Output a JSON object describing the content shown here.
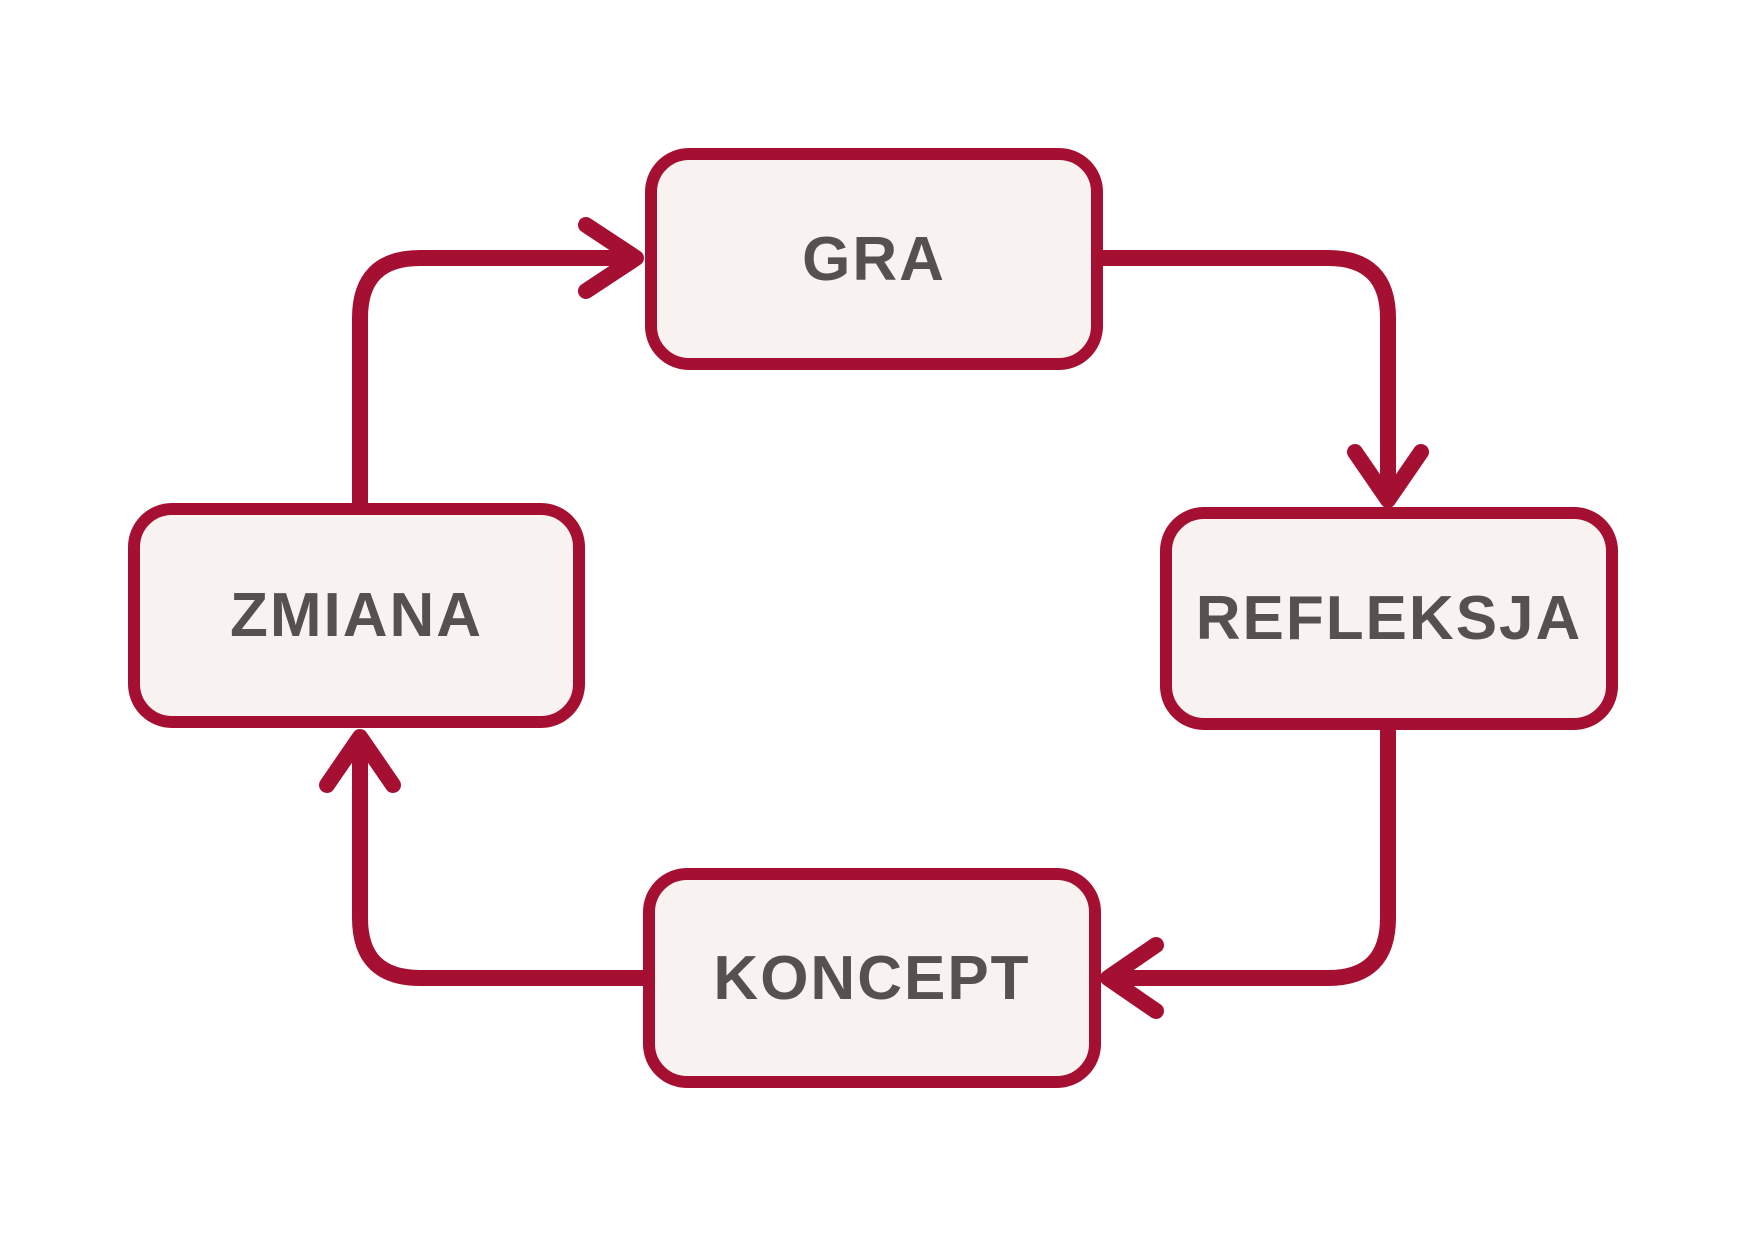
{
  "diagram": {
    "type": "cycle",
    "direction": "clockwise",
    "nodes": [
      {
        "id": "gra",
        "label": "GRA",
        "position": "top-center"
      },
      {
        "id": "refleksja",
        "label": "REFLEKSJA",
        "position": "right"
      },
      {
        "id": "koncept",
        "label": "KONCEPT",
        "position": "bottom-center"
      },
      {
        "id": "zmiana",
        "label": "ZMIANA",
        "position": "left"
      }
    ],
    "edges": [
      {
        "from": "zmiana",
        "to": "gra",
        "arrow": "right"
      },
      {
        "from": "gra",
        "to": "refleksja",
        "arrow": "down"
      },
      {
        "from": "refleksja",
        "to": "koncept",
        "arrow": "left"
      },
      {
        "from": "koncept",
        "to": "zmiana",
        "arrow": "up"
      }
    ],
    "colors": {
      "accent": "#A50F31",
      "node_fill": "#F8F3F0",
      "label": "#56514E",
      "background": "#FFFFFF"
    }
  }
}
